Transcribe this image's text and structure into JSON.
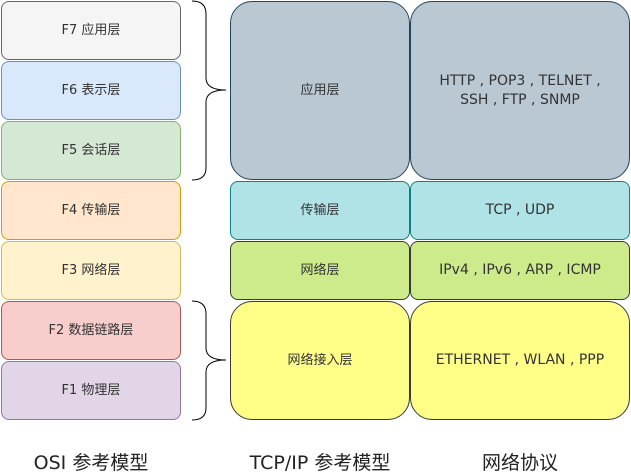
{
  "osi": {
    "caption": "OSI 参考模型",
    "layers": [
      {
        "label": "F7 应用层",
        "fill": "#f5f5f5",
        "stroke": "#666666"
      },
      {
        "label": "F6 表示层",
        "fill": "#dae8fc",
        "stroke": "#6c8ebf"
      },
      {
        "label": "F5 会话层",
        "fill": "#d5e8d4",
        "stroke": "#82b366"
      },
      {
        "label": "F4 传输层",
        "fill": "#ffe6cc",
        "stroke": "#d79b00"
      },
      {
        "label": "F3 网络层",
        "fill": "#fff2cc",
        "stroke": "#d6b656"
      },
      {
        "label": "F2 数据链路层",
        "fill": "#f8cecc",
        "stroke": "#b85450"
      },
      {
        "label": "F1 物理层",
        "fill": "#e1d5e7",
        "stroke": "#9673a6"
      }
    ]
  },
  "tcpip": {
    "caption": "TCP/IP 参考模型",
    "layers": [
      {
        "label": "应用层",
        "fill": "#bac8d3",
        "stroke": "#23445d"
      },
      {
        "label": "传输层",
        "fill": "#b0e3e6",
        "stroke": "#0e8088"
      },
      {
        "label": "网络层",
        "fill": "#cdeb8b",
        "stroke": "#36393d"
      },
      {
        "label": "网络接入层",
        "fill": "#ffff88",
        "stroke": "#36393d"
      }
    ]
  },
  "protocols": {
    "caption": "网络协议",
    "rows": [
      {
        "line1": "HTTP , POP3 , TELNET ,",
        "line2": "SSH , FTP , SNMP",
        "fill": "#bac8d3",
        "stroke": "#23445d"
      },
      {
        "line1": "TCP , UDP",
        "line2": "",
        "fill": "#b0e3e6",
        "stroke": "#0e8088"
      },
      {
        "line1": "IPv4 , IPv6 , ARP , ICMP",
        "line2": "",
        "fill": "#cdeb8b",
        "stroke": "#36393d"
      },
      {
        "line1": "ETHERNET , WLAN , PPP",
        "line2": "",
        "fill": "#ffff88",
        "stroke": "#36393d"
      }
    ]
  }
}
